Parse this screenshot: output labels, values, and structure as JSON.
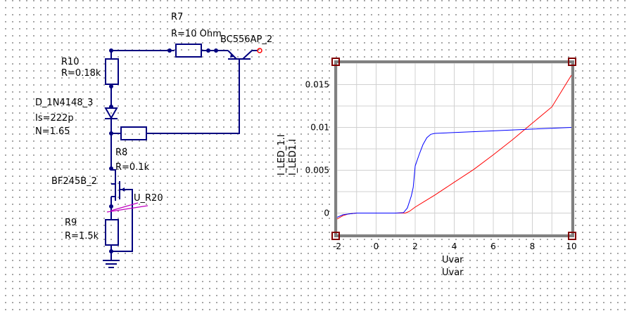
{
  "schematic": {
    "r7": {
      "name": "R7",
      "value": "R=10 Ohm"
    },
    "q1": {
      "name": "BC556AP_2"
    },
    "r10": {
      "name": "R10",
      "value": "R=0.18k"
    },
    "d1": {
      "name": "D_1N4148_3",
      "is": "Is=222p",
      "n": "N=1.65"
    },
    "r8": {
      "name": "R8",
      "value": "R=0.1k"
    },
    "j1": {
      "name": "BF245B_2"
    },
    "probe": {
      "name": "U_R20"
    },
    "r9": {
      "name": "R9",
      "value": "R=1.5k"
    }
  },
  "colors": {
    "wire": "#00007f",
    "series1": "#ff0000",
    "series2": "#0000ff",
    "frame": "#808080",
    "marker": "#800000"
  },
  "chart_data": {
    "type": "line",
    "xlim": [
      -2,
      10
    ],
    "ylim": [
      -0.0025,
      0.0175
    ],
    "xticks": [
      "-2",
      "0",
      "2",
      "4",
      "6",
      "8",
      "10"
    ],
    "yticks": [
      "0",
      "0.005",
      "0.01",
      "0.015"
    ],
    "xtick_values": [
      -2,
      0,
      2,
      4,
      6,
      8,
      10
    ],
    "ytick_values": [
      0,
      0.005,
      0.01,
      0.015
    ],
    "grid": true,
    "ylabels": [
      {
        "text": "I_LED_1.I",
        "color": "#ff0000"
      },
      {
        "text": "I_LED1.I",
        "color": "#0000ff"
      }
    ],
    "xlabels": [
      {
        "text": "Uvar",
        "color": "#0000ff"
      },
      {
        "text": "Uvar",
        "color": "#ff0000"
      }
    ],
    "series": [
      {
        "color": "#ff0000",
        "x": [
          -2,
          -1.7,
          -1.4,
          -1.0,
          0,
          1.0,
          1.5,
          1.7,
          2.0,
          2.5,
          3.0,
          4.0,
          5.0,
          6.0,
          7.0,
          8.0,
          9.0,
          10.0
        ],
        "y": [
          -0.0007,
          -0.0003,
          -0.0001,
          0,
          0,
          0,
          0,
          0.0002,
          0.0007,
          0.0014,
          0.0021,
          0.0036,
          0.0051,
          0.0068,
          0.0086,
          0.0105,
          0.0124,
          0.0161
        ]
      },
      {
        "color": "#0000ff",
        "x": [
          -2,
          -1.7,
          -1.4,
          -1.0,
          0,
          1.0,
          1.4,
          1.6,
          1.8,
          1.9,
          2.0,
          2.2,
          2.4,
          2.6,
          2.8,
          3.0,
          4.0,
          6.0,
          8.0,
          10.0
        ],
        "y": [
          -0.0005,
          -0.0002,
          -0.0001,
          0,
          0,
          0,
          5e-05,
          0.0006,
          0.002,
          0.003,
          0.0055,
          0.0068,
          0.008,
          0.0088,
          0.0092,
          0.0093,
          0.0094,
          0.0096,
          0.0098,
          0.01
        ]
      }
    ]
  }
}
